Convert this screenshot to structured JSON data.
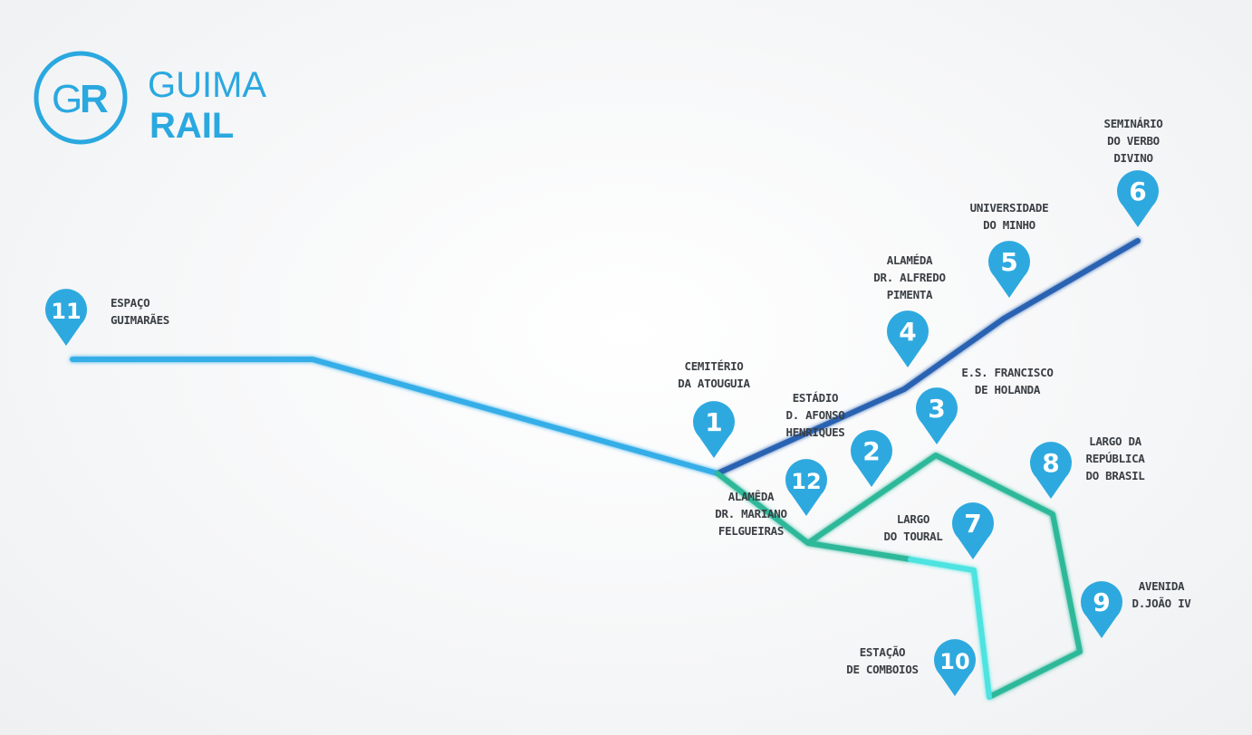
{
  "brand": {
    "monogram_g": "G",
    "monogram_r": "R",
    "name_line1": "GUIMA",
    "name_line2": "RAIL",
    "color": "#2aa8e0"
  },
  "colors": {
    "line_light_blue": "#36aee8",
    "line_dark_blue": "#2a62b2",
    "line_green": "#2fb89a",
    "line_cyan": "#4ee3e0",
    "pin": "#2ea9df"
  },
  "stations": [
    {
      "id": "1",
      "number": "1",
      "lines": [
        "CEMITÉRIO",
        "DA ATOUGUIA"
      ]
    },
    {
      "id": "2",
      "number": "2",
      "lines": [
        "ESTÁDIO",
        "D. AFONSO",
        "HENRIQUES"
      ]
    },
    {
      "id": "3",
      "number": "3",
      "lines": [
        "E.S. FRANCISCO",
        "DE HOLANDA"
      ]
    },
    {
      "id": "4",
      "number": "4",
      "lines": [
        "ALAMÉDA",
        "DR. ALFREDO",
        "PIMENTA"
      ]
    },
    {
      "id": "5",
      "number": "5",
      "lines": [
        "UNIVERSIDADE",
        "DO MINHO"
      ]
    },
    {
      "id": "6",
      "number": "6",
      "lines": [
        "SEMINÁRIO",
        "DO VERBO",
        "DIVINO"
      ]
    },
    {
      "id": "7",
      "number": "7",
      "lines": [
        "LARGO",
        "DO TOURAL"
      ]
    },
    {
      "id": "8",
      "number": "8",
      "lines": [
        "LARGO DA",
        "REPÚBLICA",
        "DO BRASIL"
      ]
    },
    {
      "id": "9",
      "number": "9",
      "lines": [
        "AVENIDA",
        "D.JOÃO IV"
      ]
    },
    {
      "id": "10",
      "number": "10",
      "lines": [
        "ESTAÇÃO",
        "DE COMBOIOS"
      ]
    },
    {
      "id": "11",
      "number": "11",
      "lines": [
        "ESPAÇO",
        "GUIMARÃES"
      ]
    },
    {
      "id": "12",
      "number": "12",
      "lines": [
        "ALAMÊDA",
        "DR. MARIANO",
        "FELGUEIRAS"
      ]
    }
  ]
}
